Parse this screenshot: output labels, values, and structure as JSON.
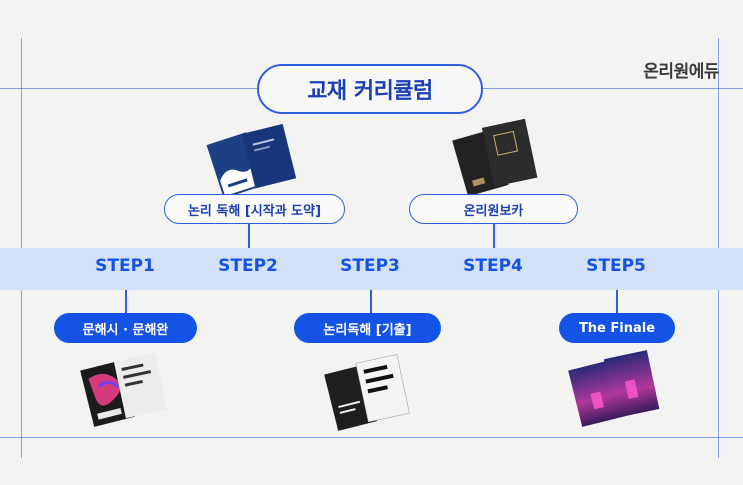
{
  "brand": "온리원에듀",
  "title": "교재 커리큘럼",
  "steps": [
    "STEP1",
    "STEP2",
    "STEP3",
    "STEP4",
    "STEP5"
  ],
  "top_items": [
    {
      "label": "논리 독해 [시작과 도약]",
      "step": "STEP2"
    },
    {
      "label": "온리원보카",
      "step": "STEP4"
    }
  ],
  "bottom_items": [
    {
      "label": "문해시 · 문해완",
      "step": "STEP1"
    },
    {
      "label": "논리독해 [기출]",
      "step": "STEP3"
    },
    {
      "label": "The Finale",
      "step": "STEP5"
    }
  ],
  "colors": {
    "primary": "#1553e6",
    "band": "#d4e0f6",
    "background": "#f3f3f1"
  }
}
